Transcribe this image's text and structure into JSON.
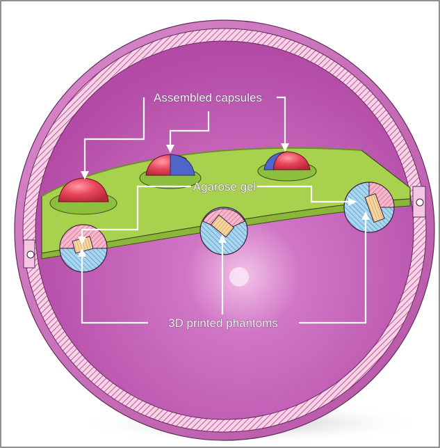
{
  "labels": {
    "capsules": "Assembled capsules",
    "gel": "Agarose gel",
    "phantoms": "3D printed phantoms"
  },
  "colors": {
    "shell": "#c76fb6",
    "shell_inner": "#c04fa8",
    "hatch_band": "#f3c6e2",
    "gel": "#a8d24e",
    "capsule_red": "#e8465a",
    "capsule_blue": "#4f66c8",
    "phantom_pink": "#f2a9c2",
    "phantom_blue": "#9fd0ec",
    "phantom_yellow": "#f4d199",
    "leader": "#ffffff"
  },
  "icons": [
    "capsule-icon",
    "phantom-icon"
  ]
}
